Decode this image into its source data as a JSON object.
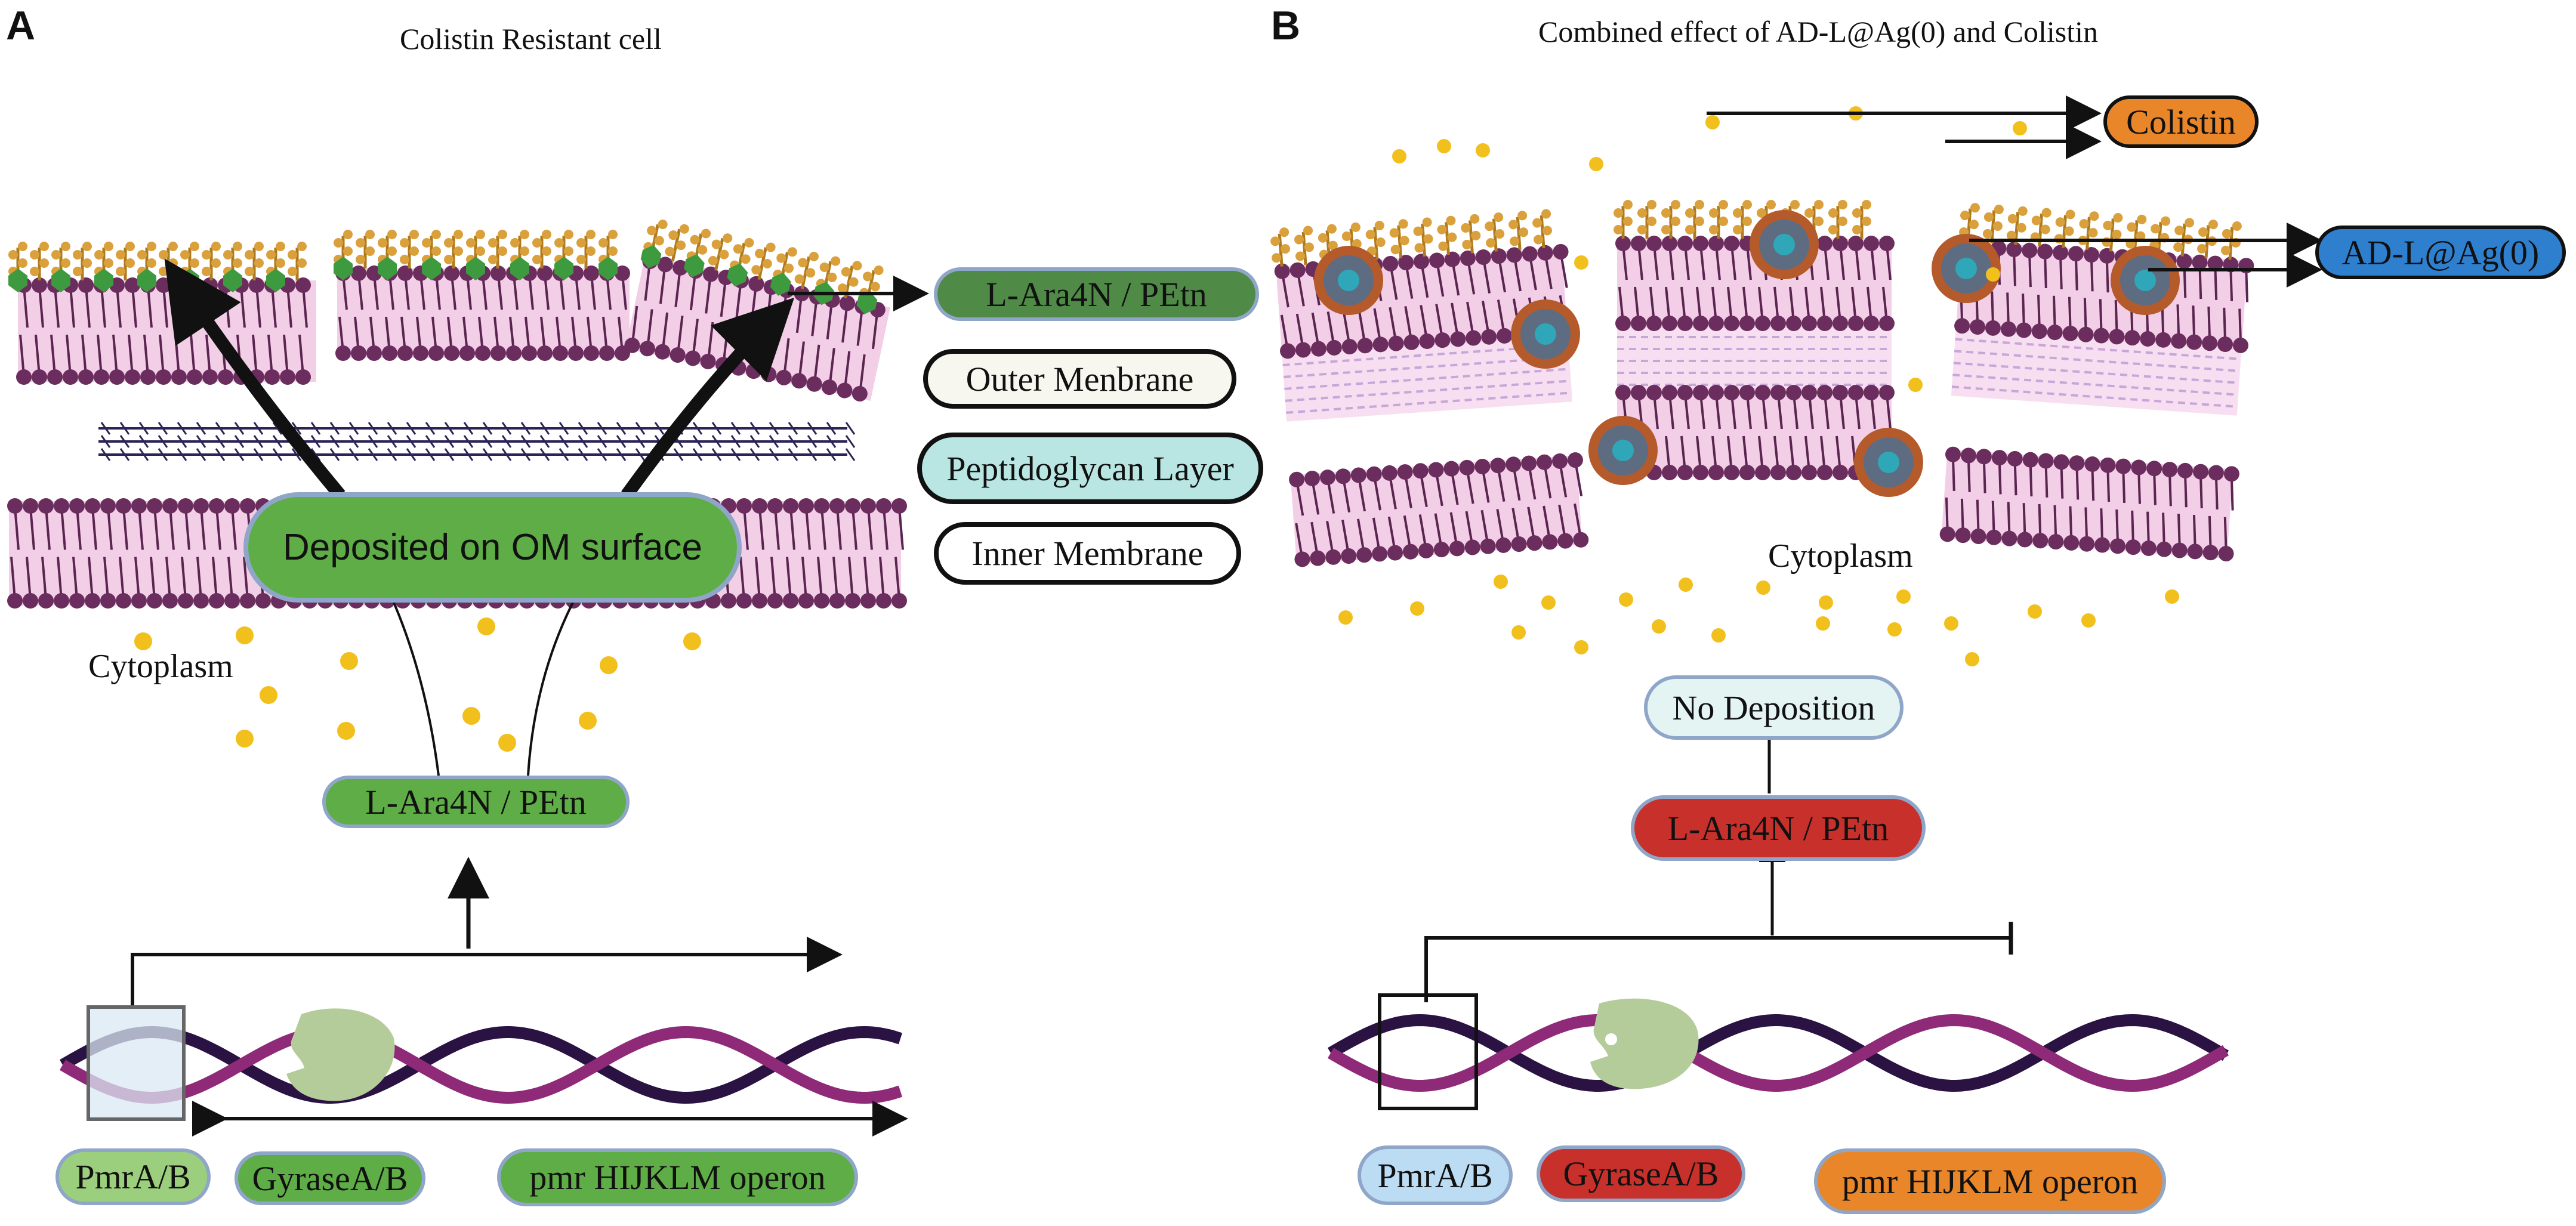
{
  "panels": {
    "a": {
      "letter": "A",
      "title": "Colistin Resistant cell"
    },
    "b": {
      "letter": "B",
      "title": "Combined effect of AD-L@Ag(0) and Colistin"
    }
  },
  "panel_a": {
    "membrane_labels": {
      "lara_petn": "L-Ara4N / PEtn",
      "outer_membrane": "Outer Menbrane",
      "peptidoglycan": "Peptidoglycan Layer",
      "inner_membrane": "Inner Membrane"
    },
    "deposited": "Deposited on OM surface",
    "cytoplasm": "Cytoplasm",
    "lara_product": "L-Ara4N / PEtn",
    "genes": {
      "pmr": "PmrA/B",
      "gyrase": "GyraseA/B",
      "operon": "pmr HIJKLM operon"
    }
  },
  "panel_b": {
    "colistin": "Colistin",
    "ad_l_ag": "AD-L@Ag(0)",
    "cytoplasm": "Cytoplasm",
    "no_deposition": "No Deposition",
    "lara_product": "L-Ara4N / PEtn",
    "genes": {
      "pmr": "PmrA/B",
      "gyrase": "GyraseA/B",
      "operon": "pmr HIJKLM operon"
    }
  },
  "colors": {
    "membrane_head": "#6b2d5e",
    "membrane_fill": "#f2cfe6",
    "lps_sugar": "#d9a03c",
    "colistin_dot": "#f2c01c",
    "dna_strand_a": "#8e2a78",
    "dna_strand_b": "#2a1243",
    "gyrase": "#b4cc9a",
    "nanoparticle": "#b55a2a"
  }
}
